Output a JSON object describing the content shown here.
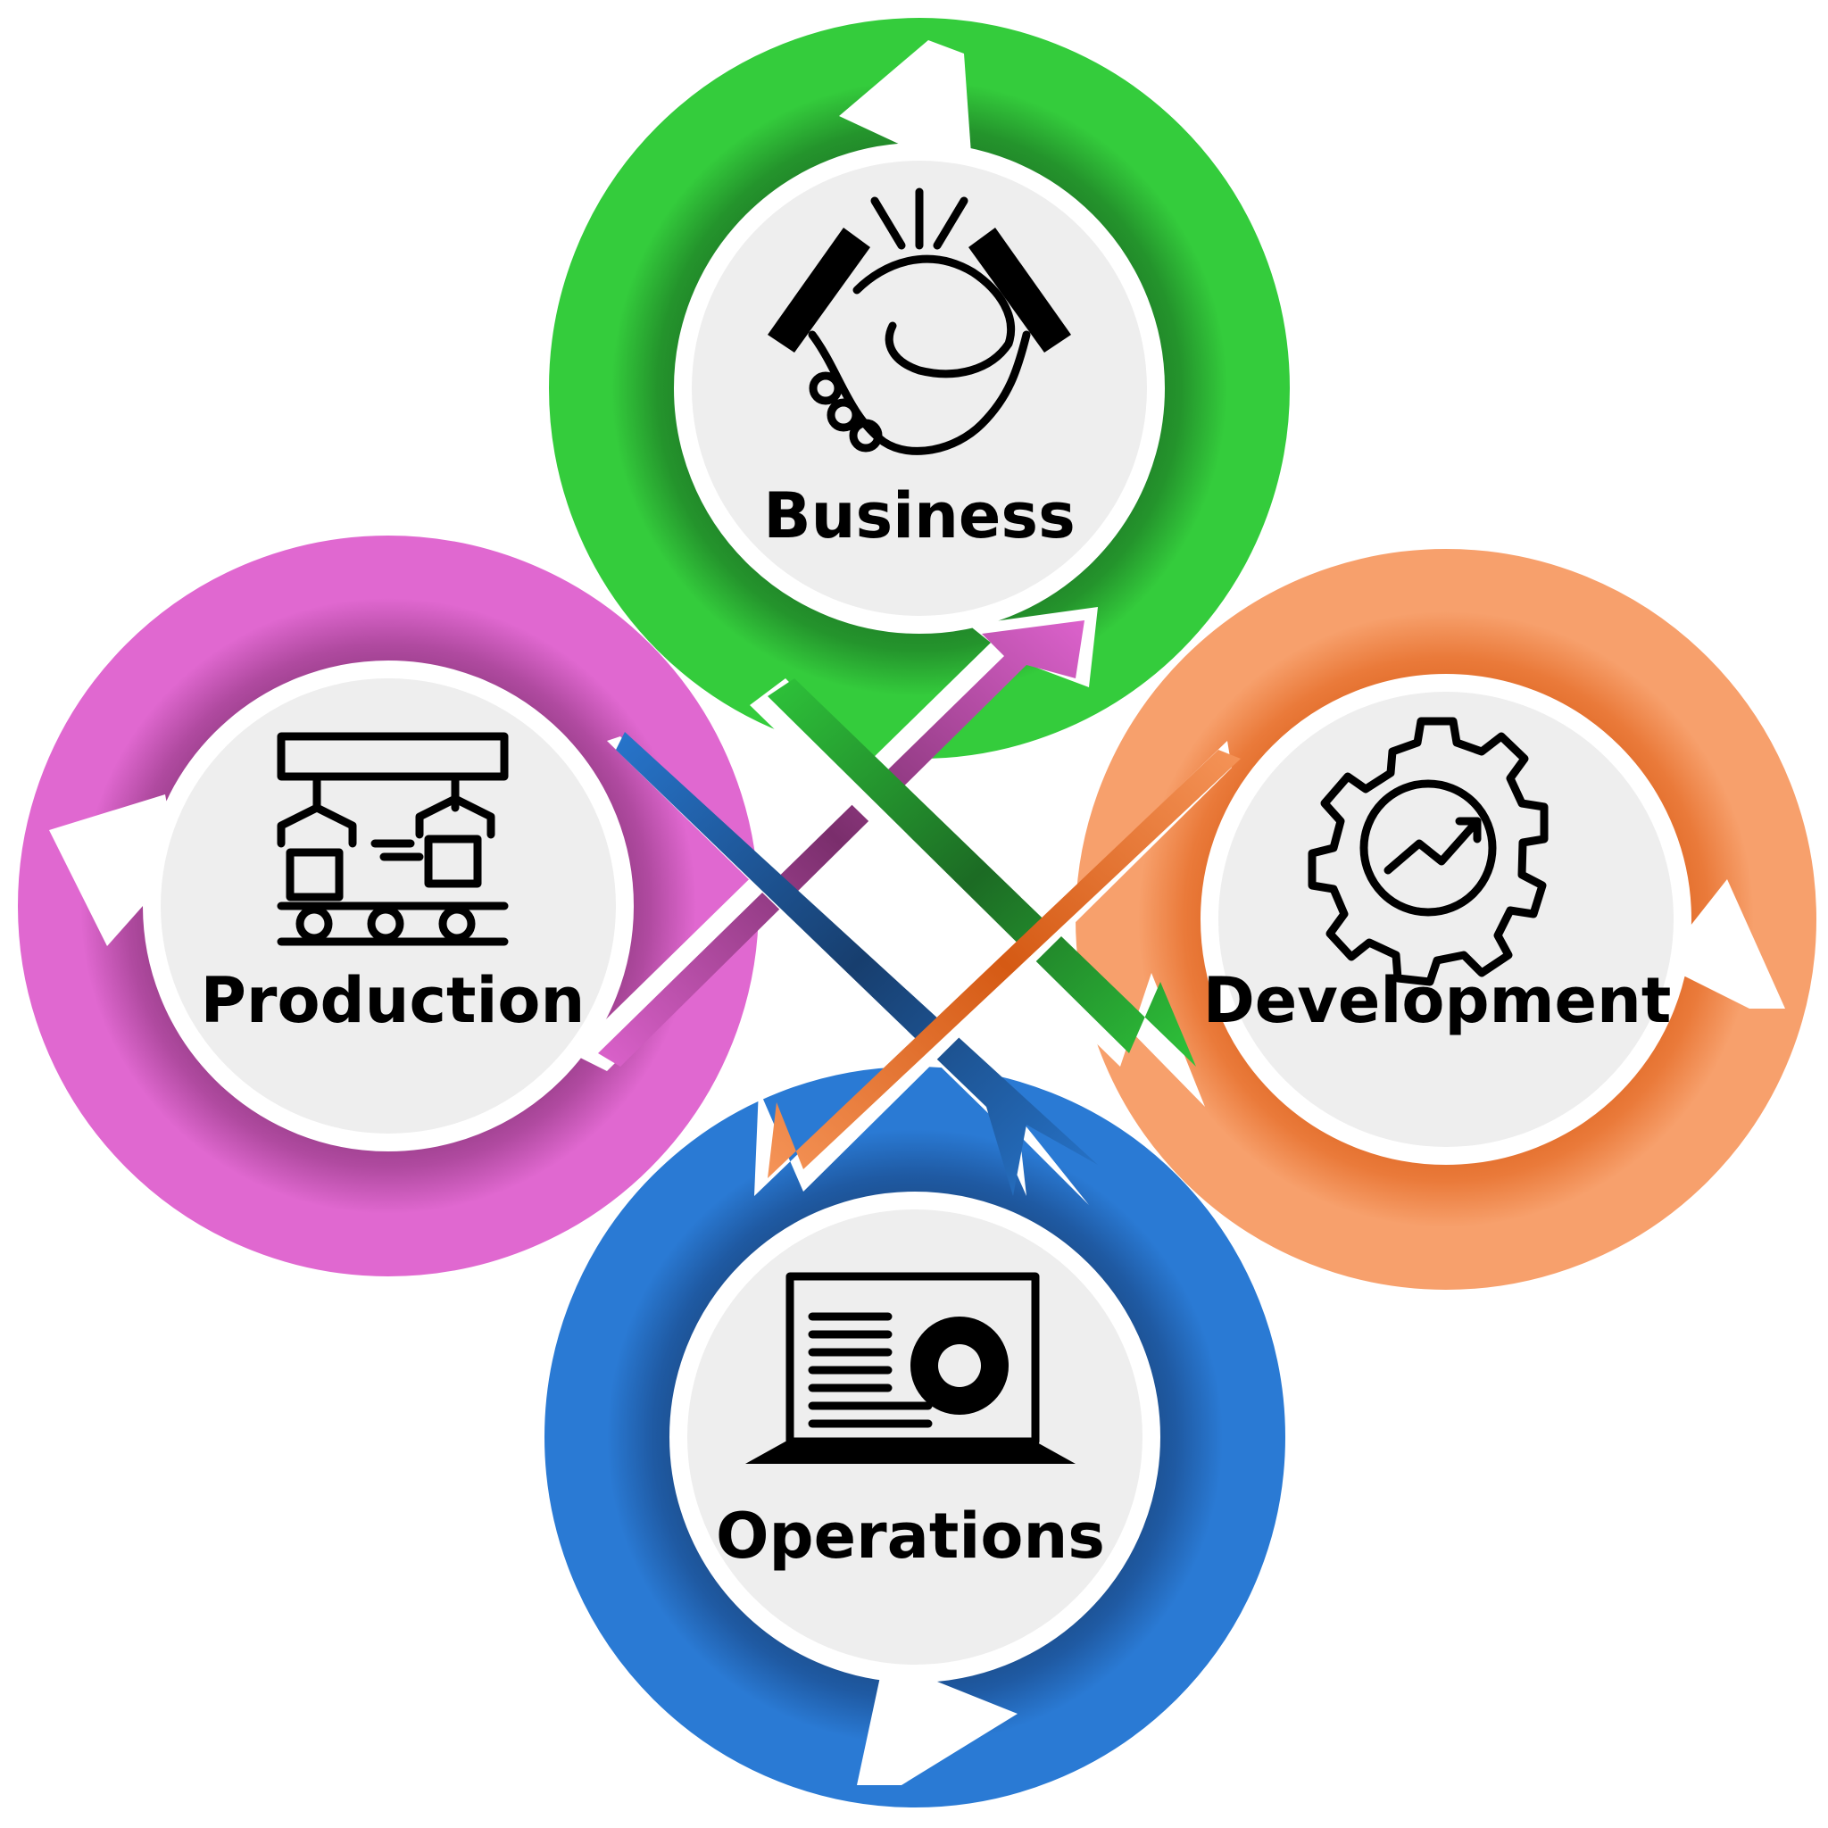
{
  "diagram": {
    "nodes": [
      {
        "id": "business",
        "label": "Business",
        "icon": "handshake-icon",
        "color": "#2ec43a",
        "dark": "#1c6b24"
      },
      {
        "id": "development",
        "label": "Development",
        "icon": "gear-growth-icon",
        "color": "#f59458",
        "dark": "#d55a14"
      },
      {
        "id": "operations",
        "label": "Operations",
        "icon": "laptop-gear-icon",
        "color": "#2775cc",
        "dark": "#173e6e"
      },
      {
        "id": "production",
        "label": "Production",
        "icon": "production-line-icon",
        "color": "#dc62cc",
        "dark": "#7a2e6c"
      }
    ]
  }
}
